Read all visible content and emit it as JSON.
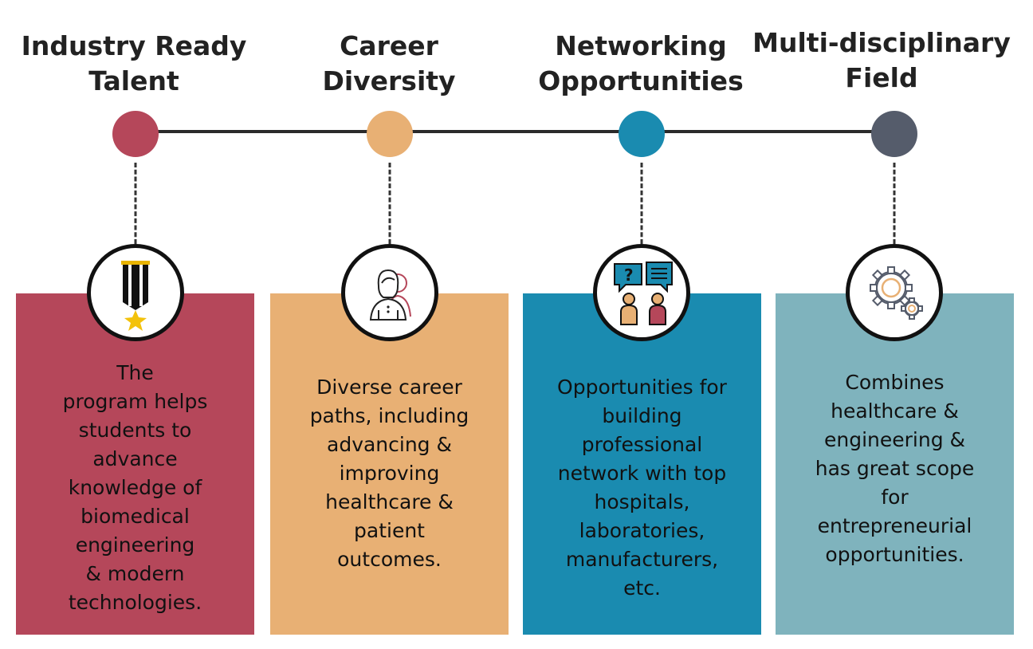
{
  "steps": [
    {
      "title_lines": [
        "Industry Ready",
        "Talent"
      ],
      "node_color": "#b5475a",
      "card_color": "#b5475a",
      "text_color": "#111111",
      "icon": "medal-icon",
      "body_lines": [
        "The",
        "program helps",
        "students to",
        "advance",
        "knowledge of",
        "biomedical",
        "engineering",
        "& modern",
        "technologies."
      ]
    },
    {
      "title_lines": [
        "Career",
        "Diversity"
      ],
      "node_color": "#e8b074",
      "card_color": "#e8b074",
      "text_color": "#111111",
      "icon": "people-icon",
      "body_lines": [
        "Diverse career",
        "paths, including",
        "advancing &",
        "improving",
        "healthcare &",
        "patient",
        "outcomes."
      ]
    },
    {
      "title_lines": [
        "Networking",
        "Opportunities"
      ],
      "node_color": "#1a8bb0",
      "card_color": "#1a8bb0",
      "text_color": "#111111",
      "icon": "conversation-icon",
      "body_lines": [
        "Opportunities for",
        "building",
        "professional",
        "network with top",
        "hospitals,",
        "laboratories,",
        "manufacturers,",
        "etc."
      ]
    },
    {
      "title_lines": [
        "Multi-disciplinary",
        "Field"
      ],
      "node_color": "#555c6b",
      "card_color": "#7fb3bd",
      "text_color": "#111111",
      "icon": "gears-icon",
      "body_lines": [
        "Combines",
        "healthcare &",
        "engineering &",
        "has great scope",
        "for",
        "entrepreneurial",
        "opportunities."
      ]
    }
  ]
}
